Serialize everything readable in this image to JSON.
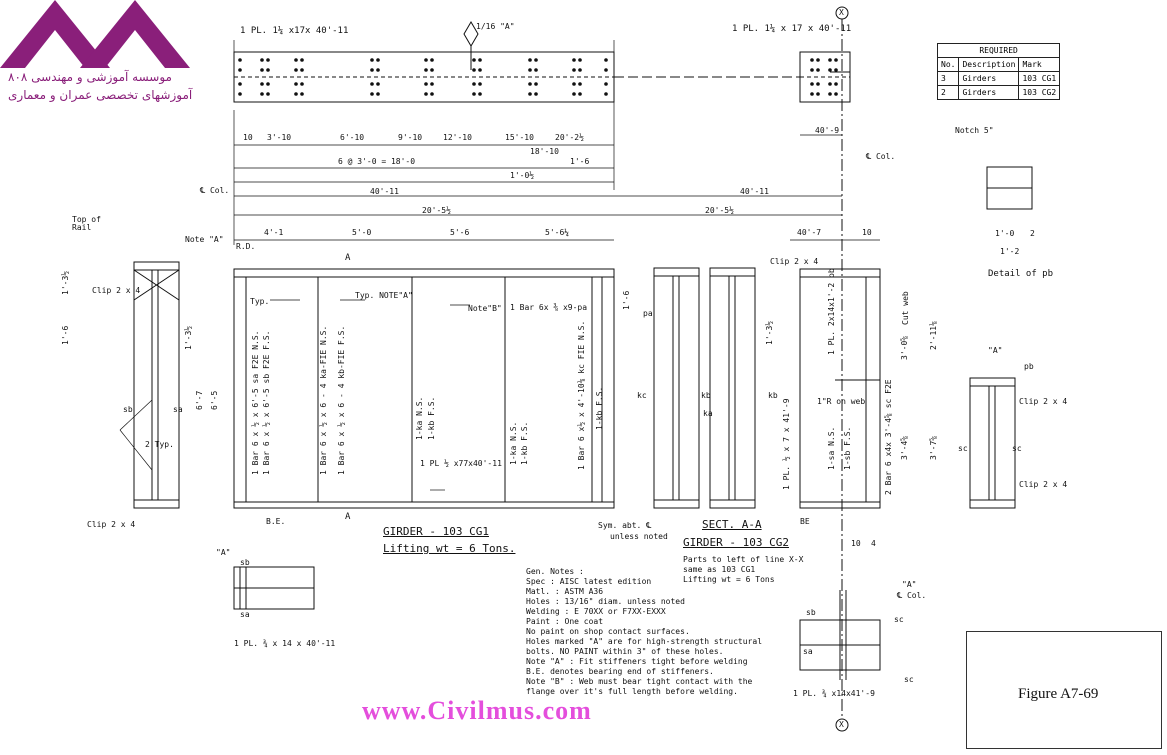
{
  "logo": {
    "line1": "موسسه آموزشی و مهندسی ۸۰۸",
    "line2": "آموزشهای تخصصی عمران و معماری"
  },
  "plate_top": "1 PL. 1¼ x17x 40'-11",
  "plate_top_right": "1 PL. 1¼ x 17 x 40'-11",
  "hole_tag": "1/16 \"A\"",
  "x_mark": "X",
  "required": {
    "title": "REQUIRED",
    "headers": [
      "No.",
      "Description",
      "Mark"
    ],
    "rows": [
      [
        "3",
        "Girders",
        "103 CG1"
      ],
      [
        "2",
        "Girders",
        "103 CG2"
      ]
    ]
  },
  "pb_detail": {
    "notch": "Notch 5\"",
    "d1": "1'-0",
    "d2": "2",
    "d3": "1'-2",
    "caption": "Detail of pb"
  },
  "dims": {
    "d10": "10",
    "d3_10": "3'-10",
    "d6_10": "6'-10",
    "d9_10": "9'-10",
    "d12_10": "12'-10",
    "d15_10": "15'-10",
    "d18_10": "18'-10",
    "d20_2": "20'-2½",
    "d1_6": "1'-6",
    "spacing": "6 @ 3'-0 = 18'-0",
    "d1_0": "1'-0½",
    "d40_11a": "40'-11",
    "d40_11b": "40'-11",
    "d40_9": "40'-9",
    "d20_5a": "20'-5½",
    "d20_5b": "20'-5½",
    "d4_1": "4'-1",
    "d5_0": "5'-0",
    "d5_6": "5'-6",
    "d5_6b": "5'-6¼",
    "d40_7": "40'-7",
    "d10b": "10",
    "d6_5": "6'-5",
    "d6_7": "6'-7",
    "d1_3a": "1'-3½",
    "d1_6b": "1'-6",
    "d1_3b": "1'-3½",
    "d1_6c": "1'-6",
    "d1_3c": "1'-3½",
    "d2_11": "2'-11⅛",
    "d3_0": "3'-0⅝",
    "d3_4": "3'-4⅝",
    "d3_7": "3'-7⅝"
  },
  "labels": {
    "cl_col": "℄ Col.",
    "cl_col2": "℄ Col.",
    "cl_col3": "℄ Col.",
    "top_of_rail": "Top of Rail",
    "note_a": "Note \"A\"",
    "rd": "R.D.",
    "sec_a": "A",
    "clip_2x4a": "Clip 2 x 4",
    "clip_2x4b": "Clip 2 x 4",
    "clip_2x4c": "Clip 2 x 4",
    "clip_2x4d": "Clip 2 x 4",
    "clip_2x4e": "Clip 2 x 4",
    "typ": "Typ.",
    "typ_note_a": "Typ. NOTE\"A\"",
    "note_b": "Note\"B\"",
    "bar_pa": "1 Bar 6x ⅜ x9-pa",
    "sb": "sb",
    "sa": "sa",
    "typ2": "2 Typ.",
    "be": "B.E.",
    "be2": "BE",
    "sym": "Sym. abt. ℄",
    "unless": "unless noted",
    "pa": "pa",
    "kc": "kc",
    "kb": "kb",
    "ka": "ka",
    "kb2": "kb",
    "pl_2x14": "1 PL. 2x14x1'-2 pb",
    "cut_web": "Cut web",
    "r_on_web": "1\"R on web",
    "pl_half": "1 PL. ½ x 7 x 41'-9",
    "sa_ns": "1-sa N.S.",
    "sb_fs": "1-sb F.S.",
    "bar_f2e": "2 Bar 6 x4x 3'-4⅝ sc F2E",
    "bar_v1": "1 Bar 6 x ½ x 6'-5 sa F2E N.S.",
    "bar_v2": "1 Bar 6 x ½ x 6'-5 sb F2E F.S.",
    "bar_v3": "1 Bar 6 x ½ x 6 - 4 ka-FIE N.S.",
    "bar_v4": "1 Bar 6 x ½ x 6 - 4 kb-FIE F.S.",
    "ka_ns": "1-ka N.S.",
    "kb_fs": "1-kb F.S.",
    "pl_77": "1 PL ½ x77x40'-11",
    "ka_ns2": "1-ka N.S.",
    "kb_fs2": "1-kb F.S.",
    "kc_bar": "1 Bar 6 x½ x 4'-10⅛ kc FIE N.S.",
    "kb_fs3": "1-kb F.S.",
    "a_tag": "\"A\"",
    "pb": "pb",
    "sc": "sc",
    "sc2": "sc",
    "a_tag2": "\"A\"",
    "sb2": "sb",
    "sa2": "sa",
    "pl_bottom": "1 PL. ¾ x 14 x 40'-11",
    "a_tag3": "\"A\"",
    "sb3": "sb",
    "sc3": "sc",
    "sa3": "sa",
    "sc4": "sc",
    "pl_bottom_right": "1 PL. ¾ x14x41'-9",
    "d10_4": "10",
    "d4": "4"
  },
  "titles": {
    "cg1": "GIRDER - 103 CG1",
    "cg1_sub": "Lifting wt = 6 Tons.",
    "sect": "SECT. A-A",
    "cg2": "GIRDER - 103 CG2",
    "cg2_a": "Parts to left of line X-X",
    "cg2_b": "same as 103 CG1",
    "cg2_c": "Lifting wt = 6 Tons"
  },
  "notes": [
    "Gen. Notes :",
    "Spec : AISC latest edition",
    "Matl. : ASTM A36",
    "Holes : 13/16\" diam. unless noted",
    "Welding : E 70XX or F7XX-EXXX",
    "Paint : One coat",
    "No paint on shop contact surfaces.",
    "Holes marked \"A\" are for high-strength structural",
    "bolts. NO PAINT within 3\" of these holes.",
    "Note \"A\" : Fit stiffeners tight before welding",
    "B.E. denotes bearing end of stiffeners.",
    "Note \"B\" : Web must bear tight contact with the",
    "flange over it's full length before welding."
  ],
  "figure": "Figure A7-69",
  "watermark": "www.Civilmus.com"
}
